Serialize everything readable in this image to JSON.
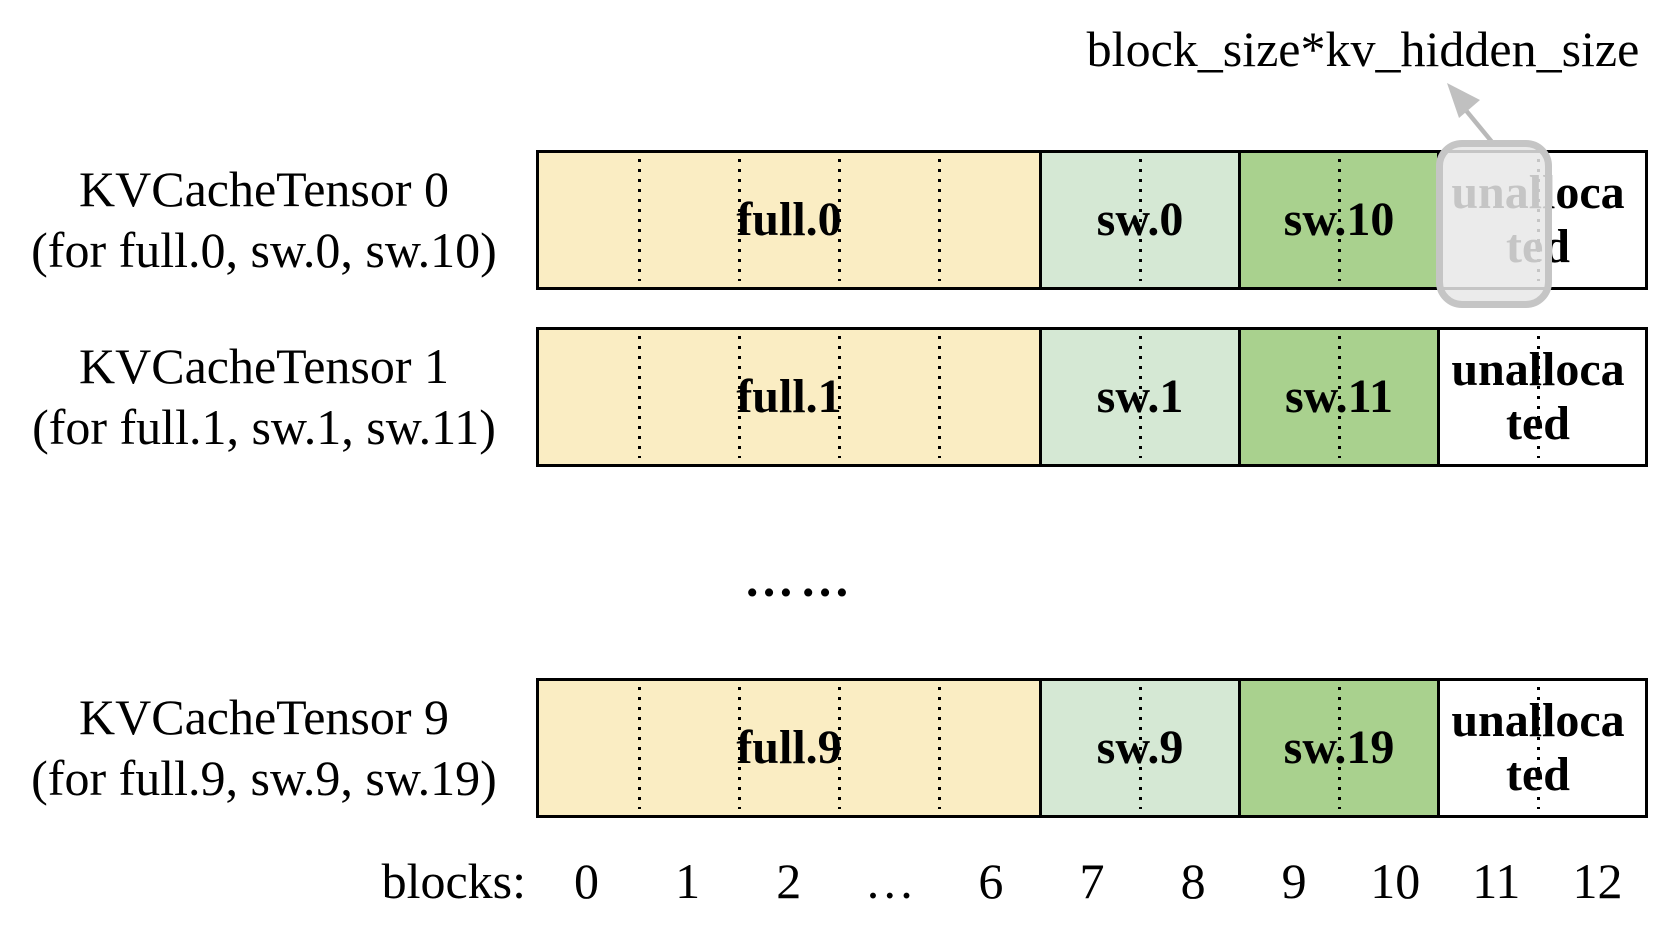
{
  "annotation": {
    "label": "block_size*kv_hidden_size"
  },
  "tensors": [
    {
      "title": "KVCacheTensor 0",
      "subtitle": "(for full.0, sw.0, sw.10)",
      "segments": {
        "full": "full.0",
        "sw": "sw.0",
        "sw2": "sw.10",
        "unallocated": "unalloca\nted"
      },
      "highlighted": true
    },
    {
      "title": "KVCacheTensor 1",
      "subtitle": "(for full.1, sw.1, sw.11)",
      "segments": {
        "full": "full.1",
        "sw": "sw.1",
        "sw2": "sw.11",
        "unallocated": "unalloca\nted"
      },
      "highlighted": false
    },
    {
      "title": "KVCacheTensor 9",
      "subtitle": "(for full.9, sw.9, sw.19)",
      "segments": {
        "full": "full.9",
        "sw": "sw.9",
        "sw2": "sw.19",
        "unallocated": "unalloca\nted"
      },
      "highlighted": false
    }
  ],
  "ellipsis": "……",
  "blocks_axis": {
    "label": "blocks:",
    "ticks": [
      "0",
      "1",
      "2",
      "…",
      "6",
      "7",
      "8",
      "9",
      "10",
      "11",
      "12"
    ]
  },
  "colors": {
    "full_block": "#FAEDC3",
    "sw_light": "#D5E8D4",
    "sw_dark": "#A9D18E",
    "unallocated": "#FFFFFF",
    "highlight_fill": "#E7E7E7",
    "highlight_border": "#C5C5C5",
    "arrow_gray": "#B9B9B9",
    "border_black": "#000000"
  }
}
